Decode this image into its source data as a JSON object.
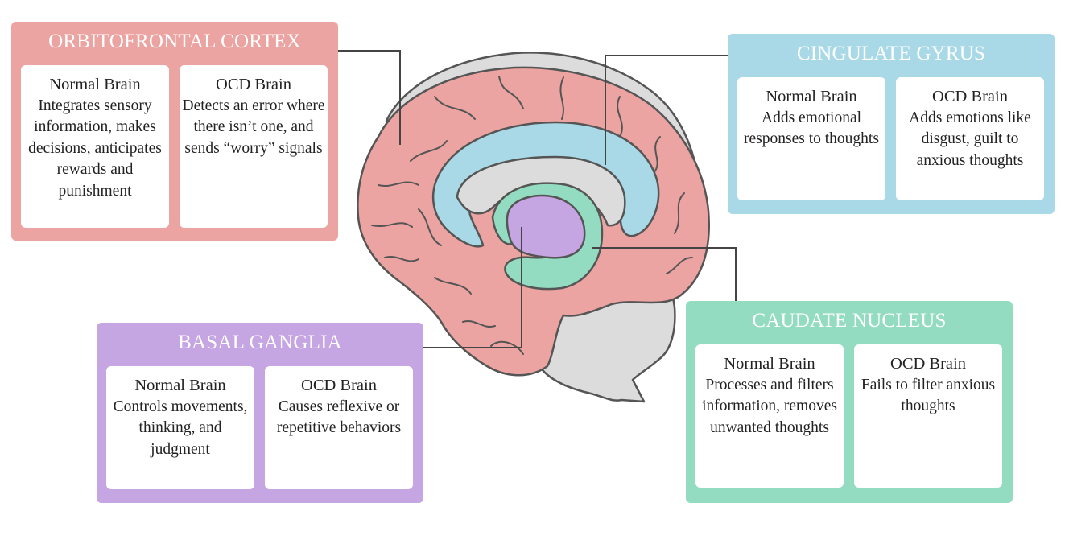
{
  "colors": {
    "orbitofrontal": "#eba4a1",
    "cingulate": "#a9d9e7",
    "basal_ganglia": "#c6a5e3",
    "caudate": "#93dcc2",
    "brain_gray": "#dcdcdc",
    "outline": "#555555"
  },
  "panels": {
    "orbitofrontal": {
      "title": "ORBITOFRONTAL CORTEX",
      "normal_head": "Normal Brain",
      "normal_text": "Integrates sensory information, makes decisions, anticipates rewards and punishment",
      "ocd_head": "OCD Brain",
      "ocd_text": "Detects an error where there isn’t one, and sends “worry” signals"
    },
    "cingulate": {
      "title": "CINGULATE GYRUS",
      "normal_head": "Normal Brain",
      "normal_text": "Adds emotional responses to thoughts",
      "ocd_head": "OCD Brain",
      "ocd_text": "Adds emotions like disgust, guilt to anxious thoughts"
    },
    "basal_ganglia": {
      "title": "BASAL GANGLIA",
      "normal_head": "Normal Brain",
      "normal_text": "Controls movements, thinking, and judgment",
      "ocd_head": "OCD Brain",
      "ocd_text": "Causes reflexive or repetitive behaviors"
    },
    "caudate": {
      "title": "CAUDATE NUCLEUS",
      "normal_head": "Normal Brain",
      "normal_text": "Processes and filters information, removes unwanted thoughts",
      "ocd_head": "OCD Brain",
      "ocd_text": "Fails to filter anxious thoughts"
    }
  }
}
